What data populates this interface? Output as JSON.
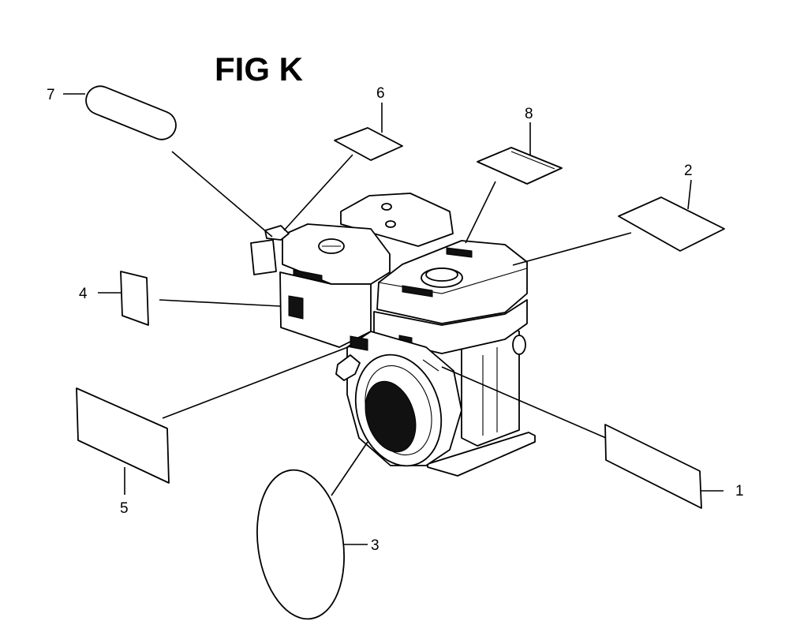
{
  "figure": {
    "title": "FIG K",
    "callouts": [
      {
        "id": "c1",
        "label": "1"
      },
      {
        "id": "c2",
        "label": "2"
      },
      {
        "id": "c3",
        "label": "3"
      },
      {
        "id": "c4",
        "label": "4"
      },
      {
        "id": "c5",
        "label": "5"
      },
      {
        "id": "c6",
        "label": "6"
      },
      {
        "id": "c7",
        "label": "7"
      },
      {
        "id": "c8",
        "label": "8"
      }
    ]
  }
}
